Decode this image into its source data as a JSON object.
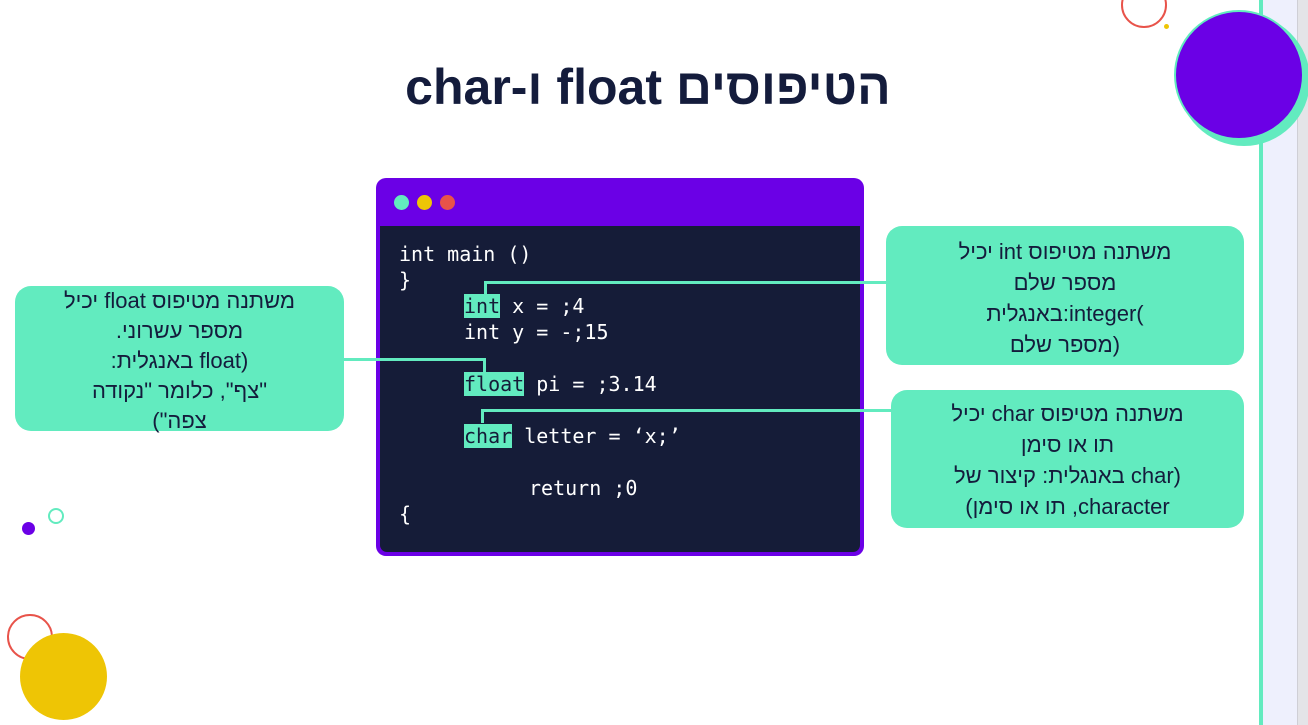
{
  "slide": {
    "title": "הטיפוסים float ו-char"
  },
  "code": {
    "lines": [
      "int main ()",
      "}",
      "int",
      " x = ;4",
      "int y = -;15",
      "float",
      " pi = ;3.14",
      "char",
      " letter = ‘x;’",
      "return ;0",
      "{"
    ]
  },
  "callouts": {
    "int": {
      "lines": [
        "משתנה מטיפוס int יכיל",
        "מספר שלם",
        ")integer:באנגלית",
        "(מספר שלם"
      ]
    },
    "float": {
      "lines": [
        "משתנה מטיפוס float יכיל",
        "מספר עשרוני.",
        "(float באנגלית:",
        "\"צף\", כלומר \"נקודה",
        "צפה\")"
      ]
    },
    "char": {
      "lines": [
        "משתנה מטיפוס char יכיל",
        "תו או סימן",
        "(char באנגלית: קיצור של",
        "character, תו או סימן)"
      ]
    }
  },
  "colors": {
    "accent_purple": "#6b00e6",
    "accent_mint": "#62ebbf",
    "accent_yellow": "#eec505",
    "accent_red": "#e8534a",
    "code_bg": "#151c38",
    "title_text": "#141c3c"
  }
}
